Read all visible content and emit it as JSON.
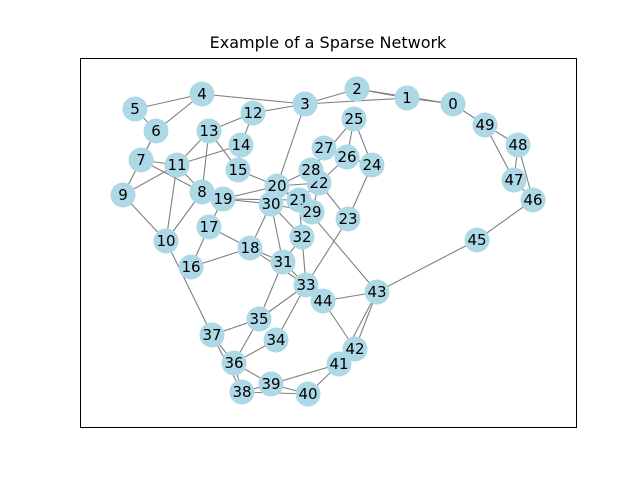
{
  "title": "Example of a Sparse Network",
  "style": {
    "node_color": "#add8e6",
    "edge_color": "#808080",
    "frame_color": "#000000",
    "background": "#ffffff"
  },
  "nodes": [
    "0",
    "1",
    "2",
    "3",
    "4",
    "5",
    "6",
    "7",
    "8",
    "9",
    "10",
    "11",
    "12",
    "13",
    "14",
    "15",
    "16",
    "17",
    "18",
    "19",
    "20",
    "21",
    "22",
    "23",
    "24",
    "25",
    "26",
    "27",
    "28",
    "29",
    "30",
    "31",
    "32",
    "33",
    "34",
    "35",
    "36",
    "37",
    "38",
    "39",
    "40",
    "41",
    "42",
    "43",
    "44",
    "45",
    "46",
    "47",
    "48",
    "49"
  ],
  "edges": [
    [
      "0",
      "1"
    ],
    [
      "0",
      "2"
    ],
    [
      "0",
      "49"
    ],
    [
      "1",
      "2"
    ],
    [
      "1",
      "3"
    ],
    [
      "2",
      "3"
    ],
    [
      "3",
      "4"
    ],
    [
      "3",
      "20"
    ],
    [
      "3",
      "12"
    ],
    [
      "4",
      "5"
    ],
    [
      "4",
      "6"
    ],
    [
      "5",
      "6"
    ],
    [
      "6",
      "7"
    ],
    [
      "7",
      "11"
    ],
    [
      "7",
      "8"
    ],
    [
      "9",
      "6"
    ],
    [
      "9",
      "10"
    ],
    [
      "9",
      "11"
    ],
    [
      "11",
      "13"
    ],
    [
      "11",
      "8"
    ],
    [
      "11",
      "10"
    ],
    [
      "12",
      "13"
    ],
    [
      "12",
      "14"
    ],
    [
      "13",
      "15"
    ],
    [
      "13",
      "8"
    ],
    [
      "14",
      "15"
    ],
    [
      "14",
      "11"
    ],
    [
      "15",
      "20"
    ],
    [
      "8",
      "19"
    ],
    [
      "8",
      "10"
    ],
    [
      "19",
      "20"
    ],
    [
      "19",
      "30"
    ],
    [
      "19",
      "17"
    ],
    [
      "19",
      "21"
    ],
    [
      "20",
      "21"
    ],
    [
      "20",
      "22"
    ],
    [
      "20",
      "28"
    ],
    [
      "20",
      "29"
    ],
    [
      "20",
      "30"
    ],
    [
      "21",
      "22"
    ],
    [
      "21",
      "29"
    ],
    [
      "21",
      "32"
    ],
    [
      "21",
      "43"
    ],
    [
      "22",
      "28"
    ],
    [
      "22",
      "23"
    ],
    [
      "22",
      "26"
    ],
    [
      "22",
      "29"
    ],
    [
      "24",
      "25"
    ],
    [
      "24",
      "26"
    ],
    [
      "24",
      "23"
    ],
    [
      "25",
      "26"
    ],
    [
      "25",
      "28"
    ],
    [
      "26",
      "27"
    ],
    [
      "23",
      "33"
    ],
    [
      "30",
      "18"
    ],
    [
      "30",
      "31"
    ],
    [
      "30",
      "32"
    ],
    [
      "30",
      "29"
    ],
    [
      "17",
      "18"
    ],
    [
      "17",
      "16"
    ],
    [
      "18",
      "16"
    ],
    [
      "18",
      "31"
    ],
    [
      "18",
      "33"
    ],
    [
      "31",
      "32"
    ],
    [
      "31",
      "33"
    ],
    [
      "31",
      "35"
    ],
    [
      "32",
      "33"
    ],
    [
      "33",
      "34"
    ],
    [
      "33",
      "44"
    ],
    [
      "33",
      "35"
    ],
    [
      "35",
      "36"
    ],
    [
      "35",
      "37"
    ],
    [
      "34",
      "36"
    ],
    [
      "36",
      "38"
    ],
    [
      "36",
      "37"
    ],
    [
      "36",
      "39"
    ],
    [
      "37",
      "38"
    ],
    [
      "37",
      "10"
    ],
    [
      "38",
      "39"
    ],
    [
      "38",
      "40"
    ],
    [
      "39",
      "40"
    ],
    [
      "39",
      "41"
    ],
    [
      "40",
      "42"
    ],
    [
      "41",
      "43"
    ],
    [
      "42",
      "43"
    ],
    [
      "42",
      "44"
    ],
    [
      "44",
      "43"
    ],
    [
      "43",
      "45"
    ],
    [
      "45",
      "46"
    ],
    [
      "46",
      "47"
    ],
    [
      "46",
      "48"
    ],
    [
      "47",
      "48"
    ],
    [
      "47",
      "49"
    ],
    [
      "48",
      "49"
    ]
  ]
}
